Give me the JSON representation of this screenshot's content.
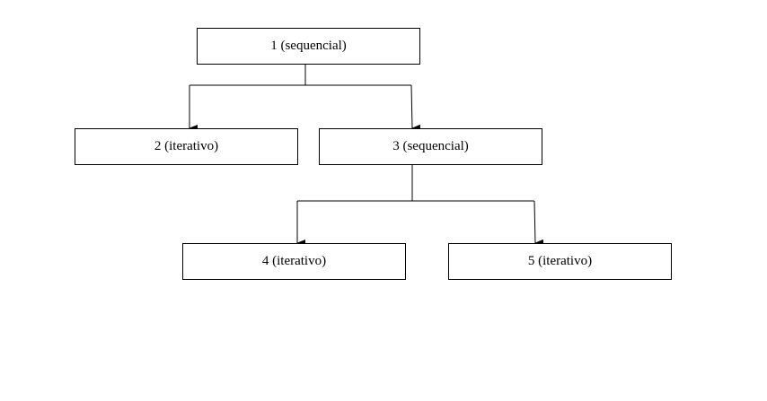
{
  "diagram": {
    "nodes": [
      {
        "id": "1",
        "label": "1 (sequencial)"
      },
      {
        "id": "2",
        "label": "2 (iterativo)"
      },
      {
        "id": "3",
        "label": "3 (sequencial)"
      },
      {
        "id": "4",
        "label": "4 (iterativo)"
      },
      {
        "id": "5",
        "label": "5 (iterativo)"
      }
    ],
    "edges": [
      {
        "from": "1",
        "to": "2"
      },
      {
        "from": "1",
        "to": "3"
      },
      {
        "from": "3",
        "to": "4"
      },
      {
        "from": "3",
        "to": "5"
      }
    ],
    "colors": {
      "stroke": "#000000",
      "background": "#ffffff"
    }
  }
}
